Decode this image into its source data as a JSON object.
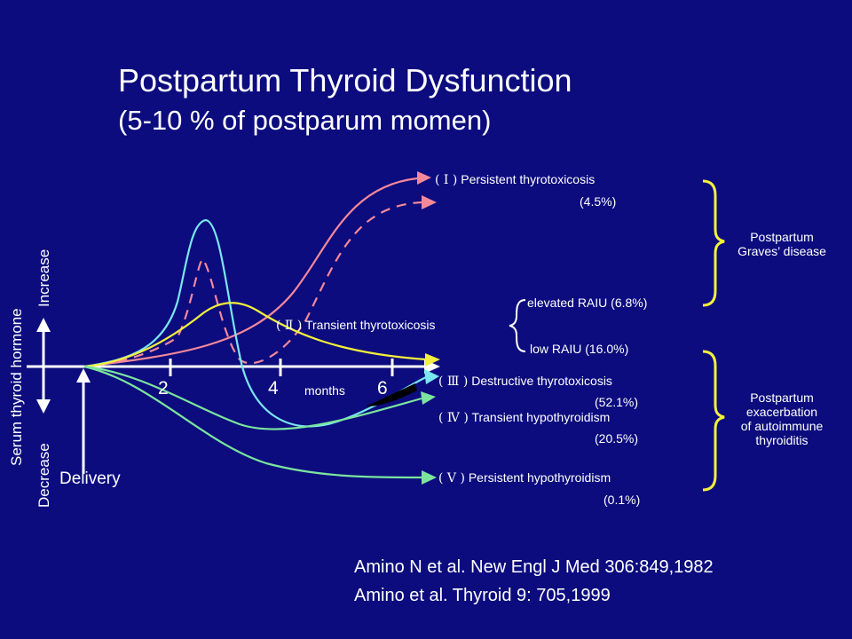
{
  "title": {
    "line1": "Postpartum Thyroid Dysfunction",
    "line2": "(5-10 % of postparum momen)"
  },
  "axis": {
    "y_label": "Serum thyroid hormone",
    "increase": "Increase",
    "decrease": "Decrease",
    "delivery": "Delivery",
    "x_label": "months",
    "ticks": [
      "2",
      "4",
      "6"
    ]
  },
  "curves": [
    {
      "numeral": "( Ⅰ )",
      "name": "Persistent thyrotoxicosis",
      "percent": "(4.5%)",
      "color": "#f4889a"
    },
    {
      "numeral": "( Ⅱ )",
      "name": "Transient thyrotoxicosis",
      "percent": "",
      "color": "#f2f03c"
    },
    {
      "numeral": "( Ⅲ )",
      "name": "Destructive thyrotoxicosis",
      "percent": "(52.1%)",
      "color": "#7ae6f0"
    },
    {
      "numeral": "( Ⅳ )",
      "name": "Transient hypothyroidism",
      "percent": "(20.5%)",
      "color": "#7be59e"
    },
    {
      "numeral": "( Ⅴ )",
      "name": "Persistent hypothyroidism",
      "percent": "(0.1%)",
      "color": "#7be59e"
    }
  ],
  "raiu": {
    "elevated": "elevated RAIU (6.8%)",
    "low": "low RAIU (16.0%)"
  },
  "groups": {
    "graves": [
      "Postpartum",
      "Graves’ disease"
    ],
    "autoimmune": [
      "Postpartum",
      "exacerbation",
      "of autoimmune",
      "thyroiditis"
    ]
  },
  "citations": [
    "Amino N et al. New Engl J Med 306:849,1982",
    "Amino et al. Thyroid 9: 705,1999"
  ],
  "colors": {
    "background": "#0c0c7e",
    "axis": "#ffffff",
    "brace": "#f2f03c",
    "pink": "#f4889a",
    "cyan": "#7ae6f0",
    "green": "#7be59e",
    "yellow": "#f2f03c"
  }
}
